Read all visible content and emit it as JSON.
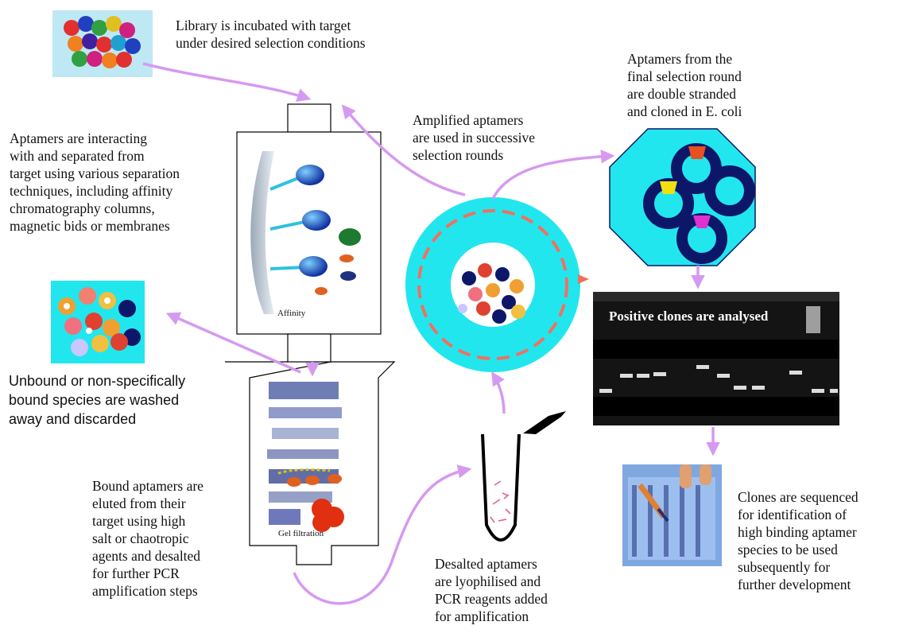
{
  "annotations": {
    "library": "Library is incubated with target\nunder desired selection conditions",
    "separation": "Aptamers are interacting\nwith and separated from\ntarget using various separation\ntechniques, including affinity\nchromatography columns,\nmagnetic bids or membranes",
    "amplified": "Amplified aptamers\nare used in successive\nselection rounds",
    "final_round": "Aptamers from the\nfinal selection round\nare double stranded\nand cloned in E. coli",
    "unbound": "Unbound or non-specifically\nbound species are washed\naway and discarded",
    "bound": "Bound aptamers are\neluted from their\ntarget using high\nsalt or chaotropic\nagents and desalted\nfor further PCR\namplification steps",
    "desalted": "Desalted aptamers\nare lyophilised and\nPCR reagents added\nfor amplification",
    "clones": "Clones are sequenced\nfor identification of\nhigh binding aptamer\nspecies to be used\nsubsequently for\nfurther development"
  },
  "column_labels": {
    "affinity": "Affinity",
    "gel_filtration": "Gel filtration"
  },
  "gel": {
    "label": "Positive clones are analysed"
  },
  "colors": {
    "arrow": "#d59af0",
    "cyan": "#22e6ee",
    "navy": "#0d1769",
    "dashed_ring": "#f07060",
    "gel_background": "#141414"
  }
}
